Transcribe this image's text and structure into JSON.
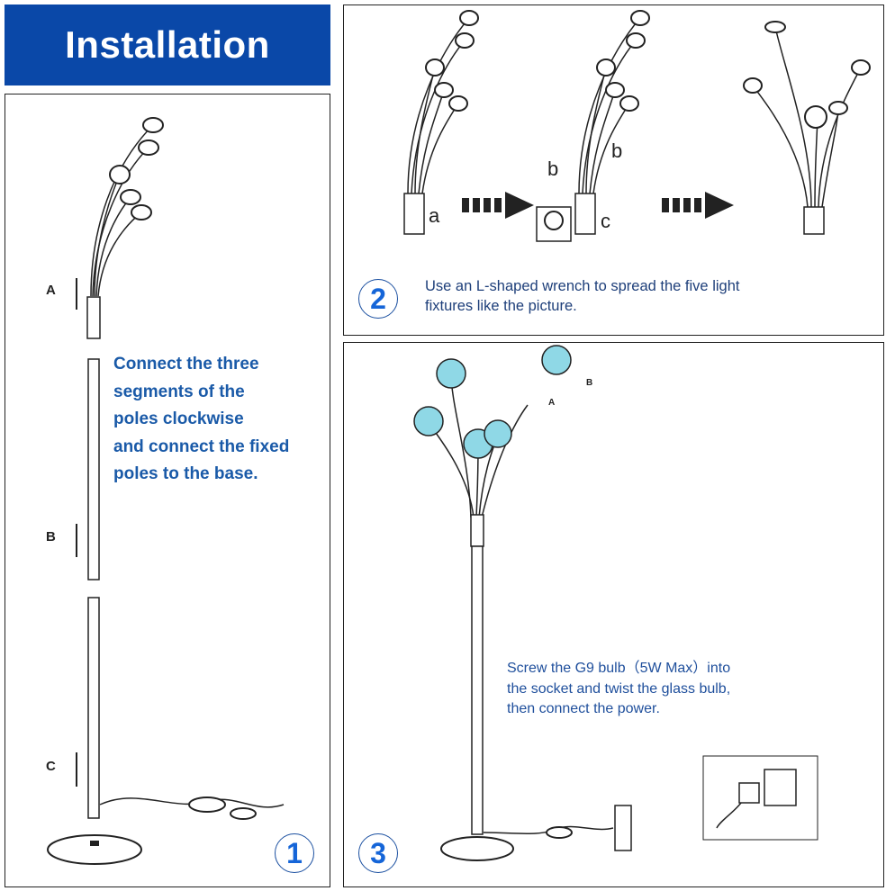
{
  "header": {
    "title": "Installation"
  },
  "step1": {
    "number": "1",
    "lines": [
      "Connect the three",
      "segments of the",
      "poles clockwise",
      "and connect the fixed",
      "poles to the base."
    ],
    "labels": {
      "a": "A",
      "b": "B",
      "c": "C"
    }
  },
  "step2": {
    "number": "2",
    "lines": [
      "Use an L-shaped wrench to spread the five light",
      "fixtures like the picture."
    ],
    "labels": {
      "a": "a",
      "b1": "b",
      "b2": "b",
      "c": "c"
    }
  },
  "step3": {
    "number": "3",
    "lines": [
      "Screw the G9 bulb（5W Max）into",
      "the socket and twist the glass bulb,",
      "then connect the power."
    ],
    "labels": {
      "a": "A",
      "b": "B"
    }
  },
  "colors": {
    "header_bg": "#0a48a8",
    "accent": "#1565d8",
    "text": "#1a5aa8",
    "glass": "#7fd3e0"
  }
}
